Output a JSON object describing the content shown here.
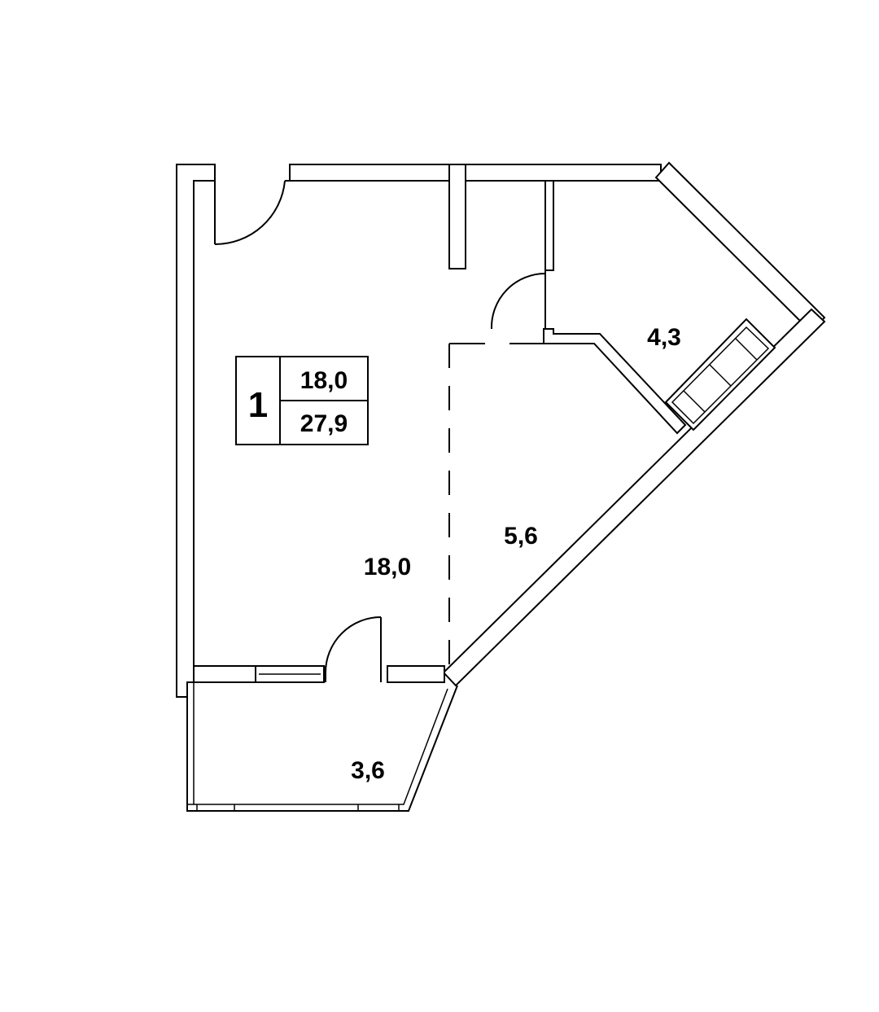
{
  "apartment": {
    "rooms_count": "1",
    "living_area": "18,0",
    "total_area": "27,9"
  },
  "rooms": {
    "living_room": "18,0",
    "kitchen": "5,6",
    "bathroom": "4,3",
    "balcony": "3,6"
  }
}
